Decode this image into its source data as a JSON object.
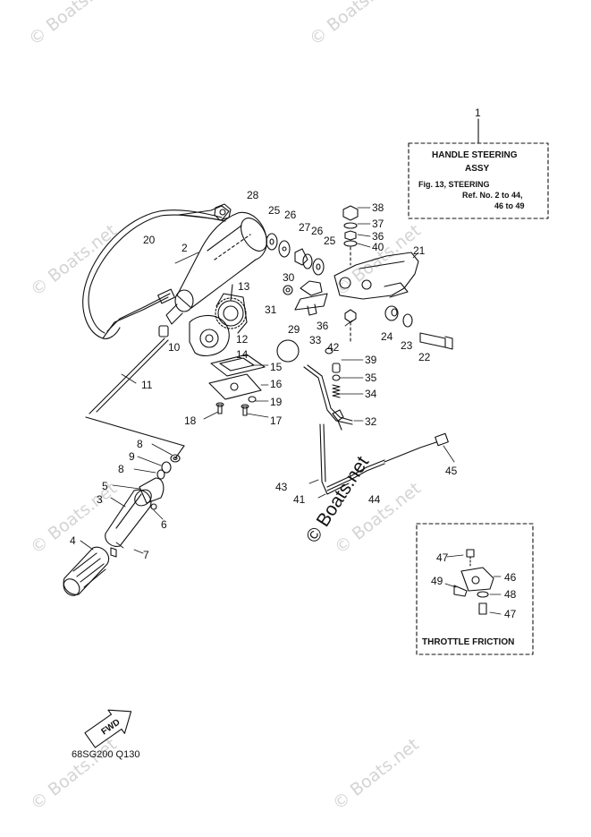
{
  "watermarks": {
    "tl": "© Boats.net",
    "tr": "© Boats.net",
    "left_mid": "© Boats.net",
    "right_mid": "© Boats.net",
    "left_low": "© Boats.net",
    "right_low": "© Boats.net",
    "bottom_left": "© Boats.net",
    "bottom_right": "© Boats.net",
    "center": "© Boats.net"
  },
  "handle_box": {
    "title1": "HANDLE STEERING",
    "title2": "ASSY",
    "ref1": "Fig. 13, STEERING",
    "ref2": "Ref. No. 2 to 44,",
    "ref3": "46 to 49"
  },
  "throttle_box": {
    "title": "THROTTLE FRICTION"
  },
  "fwd_label": "FWD",
  "drawing_code": "68SG200 Q130",
  "part_numbers": {
    "n1": "1",
    "n2": "2",
    "n3": "3",
    "n4": "4",
    "n5": "5",
    "n6": "6",
    "n7": "7",
    "n8a": "8",
    "n8b": "8",
    "n9": "9",
    "n10": "10",
    "n11": "11",
    "n12": "12",
    "n13": "13",
    "n14": "14",
    "n15": "15",
    "n16": "16",
    "n17": "17",
    "n18": "18",
    "n19": "19",
    "n20": "20",
    "n21": "21",
    "n22": "22",
    "n23": "23",
    "n24": "24",
    "n25a": "25",
    "n25b": "25",
    "n26a": "26",
    "n26b": "26",
    "n27": "27",
    "n28": "28",
    "n29": "29",
    "n30": "30",
    "n31": "31",
    "n32": "32",
    "n33": "33",
    "n34": "34",
    "n35": "35",
    "n36a": "36",
    "n36b": "36",
    "n37": "37",
    "n38": "38",
    "n39": "39",
    "n40": "40",
    "n41": "41",
    "n42": "42",
    "n43": "43",
    "n44": "44",
    "n45": "45",
    "n46": "46",
    "n47a": "47",
    "n47b": "47",
    "n48": "48",
    "n49": "49"
  }
}
